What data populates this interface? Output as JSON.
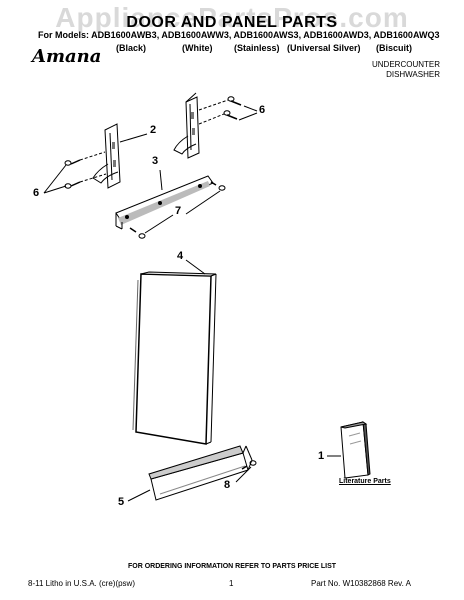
{
  "header": {
    "watermark": "AppliancePartsPros.com",
    "title": "DOOR AND PANEL PARTS",
    "models_line": "For Models: ADB1600AWB3, ADB1600AWW3, ADB1600AWS3, ADB1600AWD3, ADB1600AWQ3",
    "brand": "Amana",
    "variants": [
      "(Black)",
      "(White)",
      "(Stainless)",
      "(Universal Silver)",
      "(Biscuit)"
    ],
    "appliance_type": "UNDERCOUNTER\nDISHWASHER"
  },
  "callouts": {
    "n1": "1",
    "n2": "2",
    "n3": "3",
    "n4": "4",
    "n5": "5",
    "n6a": "6",
    "n6b": "6",
    "n7": "7",
    "n8": "8"
  },
  "literature_label": "Literature Parts",
  "footer": {
    "order_info": "FOR ORDERING INFORMATION REFER TO PARTS PRICE LIST",
    "left": "8-11 Litho in U.S.A. (cre)(psw)",
    "page": "1",
    "right": "Part No. W10382868 Rev. A"
  }
}
